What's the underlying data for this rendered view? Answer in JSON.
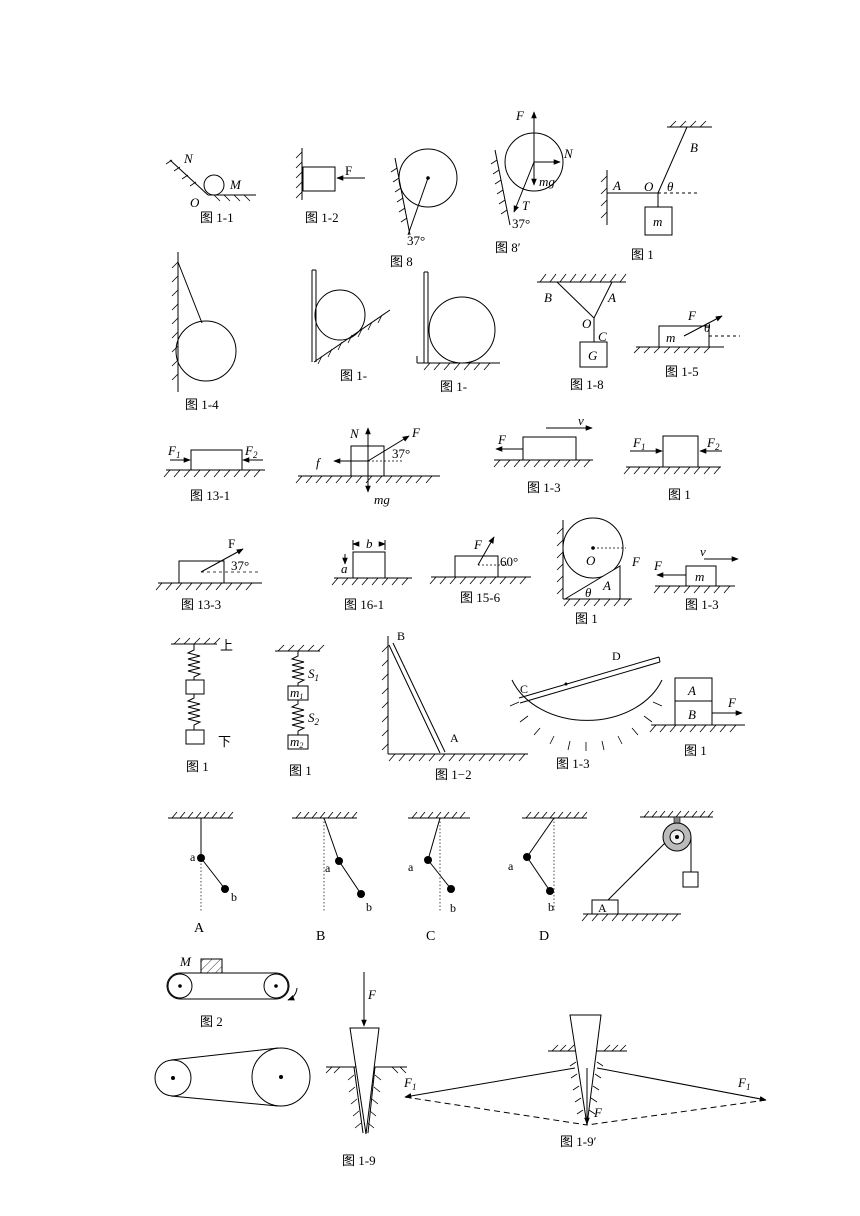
{
  "captions": {
    "c1_1": "图 1-1",
    "c1_2": "图 1-2",
    "c8": "图 8",
    "c8p": "图 8′",
    "c1_top": "图 1",
    "c1_4": "图 1-4",
    "c1_a": "图 1-",
    "c1_b": "图 1-",
    "c1_8": "图 1-8",
    "c1_5": "图 1-5",
    "c13_1": "图 13-1",
    "c1_3a": "图 1-3",
    "c1_r3": "图 1",
    "c13_3": "图 13-3",
    "c16_1": "图 16-1",
    "c15_6": "图 15-6",
    "c1_r4": "图 1",
    "c1_3b": "图 1-3",
    "c1_s1": "图 1",
    "c1_s2": "图 1",
    "c1_2b": "图 1−2",
    "c1_3c": "图 1-3",
    "c1_ab": "图 1",
    "c2": "图 2",
    "c1_9": "图 1-9",
    "c1_9p": "图 1-9′"
  },
  "labels": {
    "N": "N",
    "O": "O",
    "M": "M",
    "F": "F",
    "mg": "mg",
    "T": "T",
    "deg37": "37°",
    "deg60": "60°",
    "A": "A",
    "B": "B",
    "C": "C",
    "D": "D",
    "m": "m",
    "G": "G",
    "theta": "θ",
    "f": "f",
    "F1": "F",
    "F2": "F",
    "sub1": "1",
    "sub2": "2",
    "b": "b",
    "a": "a",
    "up": "上",
    "down": "下",
    "S1": "S",
    "S2": "S",
    "m1": "m",
    "m2": "m",
    "v": "v",
    "optA": "A",
    "optB": "B",
    "optC": "C",
    "optD": "D"
  }
}
